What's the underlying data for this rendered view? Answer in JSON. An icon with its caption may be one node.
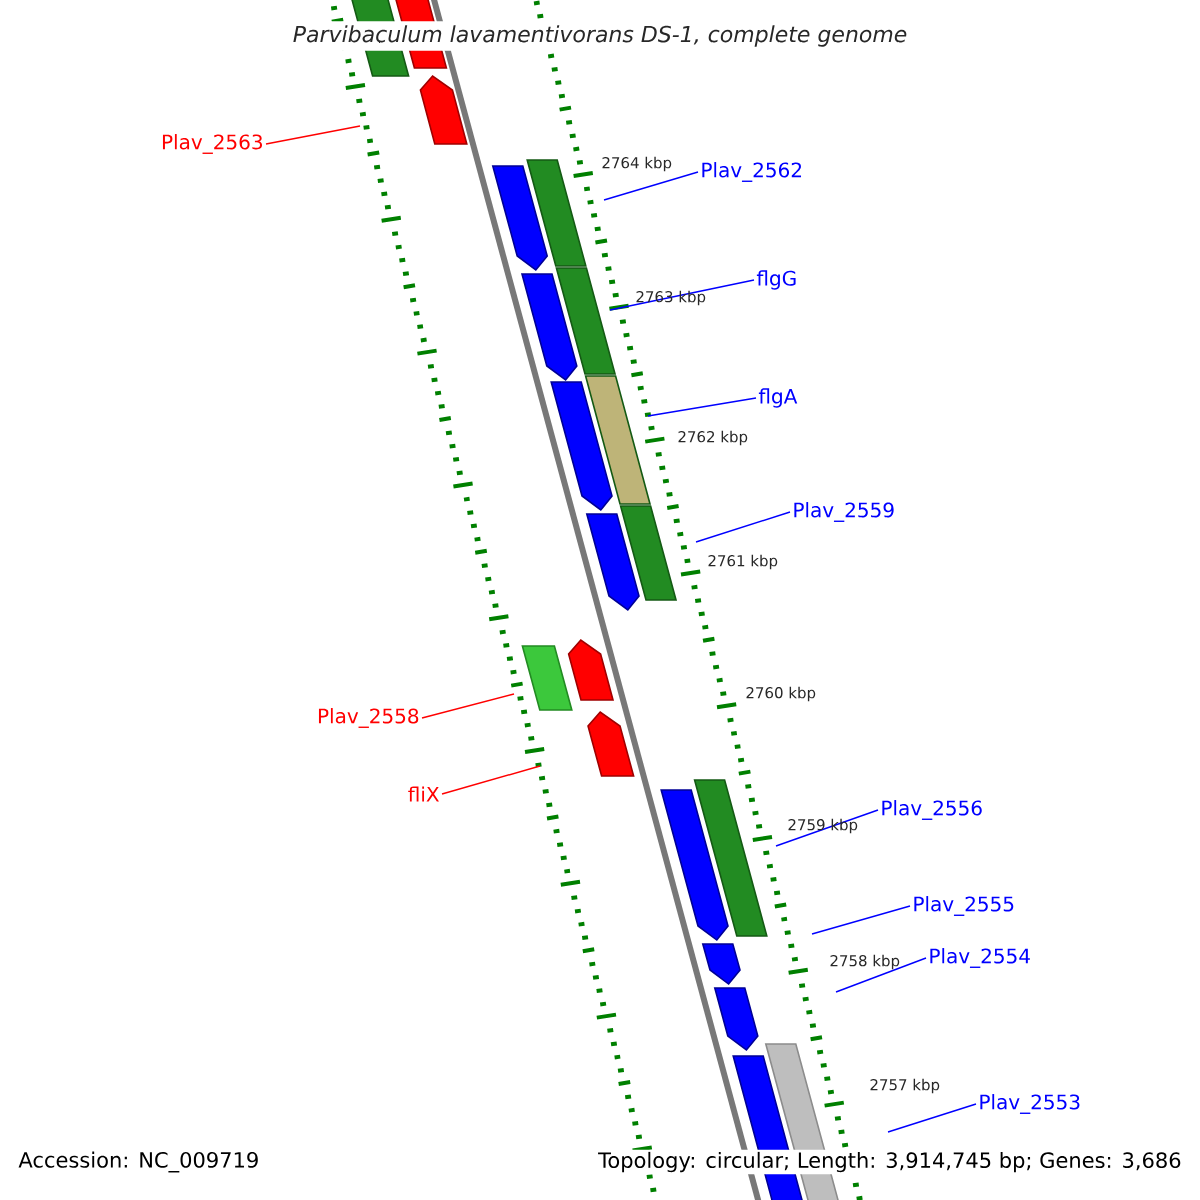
{
  "diagram": {
    "title": "Parvibaculum lavamentivorans DS-1, complete genome",
    "nodes": [
      {
        "text": [
          "Plav_2563"
        ]
      },
      {
        "text": [
          "Plav_2562"
        ]
      },
      {
        "text": [
          "flgG"
        ]
      },
      {
        "text": [
          "flgA"
        ]
      },
      {
        "text": [
          "Plav_2559"
        ]
      },
      {
        "text": [
          "Plav_2558"
        ]
      },
      {
        "text": [
          "fliX"
        ]
      },
      {
        "text": [
          "Plav_2556"
        ]
      },
      {
        "text": [
          "Plav_2555"
        ]
      },
      {
        "text": [
          "Plav_2554"
        ]
      },
      {
        "text": [
          "Plav_2553"
        ]
      }
    ],
    "edges": [
      {
        "from": 0,
        "to": null,
        "arrow": "none",
        "color": "#ff0000"
      },
      {
        "from": 1,
        "to": null,
        "arrow": "none"
      },
      {
        "from": 2,
        "to": null,
        "arrow": "none"
      },
      {
        "from": 3,
        "to": null,
        "arrow": "none"
      },
      {
        "from": 4,
        "to": null,
        "arrow": "none"
      },
      {
        "from": 5,
        "to": null,
        "arrow": "none",
        "color": "#ff0000"
      },
      {
        "from": 6,
        "to": null,
        "arrow": "none",
        "color": "#ff0000"
      },
      {
        "from": 7,
        "to": null,
        "arrow": "none"
      },
      {
        "from": 8,
        "to": null,
        "arrow": "none"
      },
      {
        "from": 9,
        "to": null,
        "arrow": "none"
      },
      {
        "from": 10,
        "to": null,
        "arrow": "none"
      }
    ],
    "labels": [
      "2764 kbp",
      "2763 kbp",
      "2762 kbp",
      "2761 kbp",
      "2760 kbp",
      "2759 kbp",
      "2758 kbp",
      "2757 kbp",
      "Accession: NC_009719",
      "Topology: circular; Length: 3,914,745 bp; Genes: 3,686"
    ]
  }
}
